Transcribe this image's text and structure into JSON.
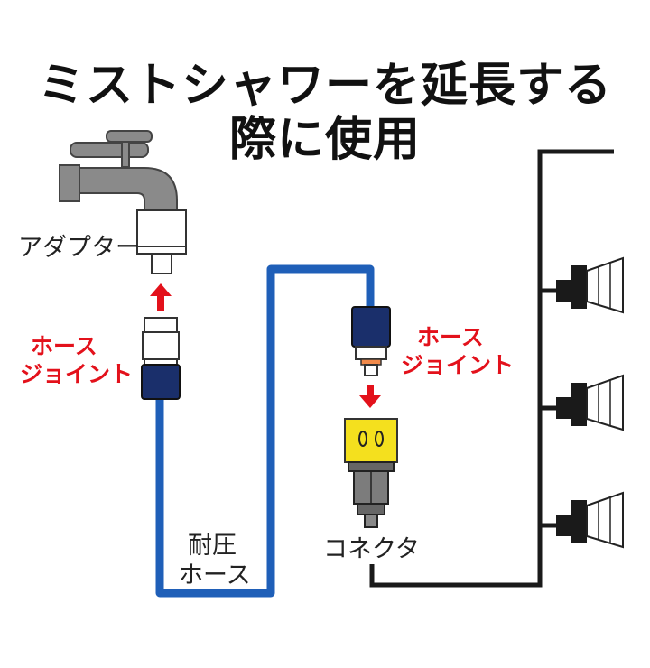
{
  "title": {
    "line1": "ミストシャワーを延長する",
    "line2": "際に使用"
  },
  "labels": {
    "adapter": "アダプター",
    "hose_joint_left_1": "ホース",
    "hose_joint_left_2": "ジョイント",
    "hose_joint_right_1": "ホース",
    "hose_joint_right_2": "ジョイント",
    "pressure_hose_1": "耐圧",
    "pressure_hose_2": "ホース",
    "connector": "コネクタ"
  },
  "icons": [
    "faucet-icon",
    "adapter-icon",
    "hose-joint-icon",
    "connector-icon",
    "mist-nozzle-icon",
    "arrow-up-icon",
    "arrow-down-icon"
  ],
  "colors": {
    "hose_blue": "#1f5fb8",
    "accent_red": "#e3111b",
    "connector_yellow": "#f4e01e",
    "faucet_gray": "#8a8a8a",
    "pipe_black": "#1a1a1a"
  }
}
